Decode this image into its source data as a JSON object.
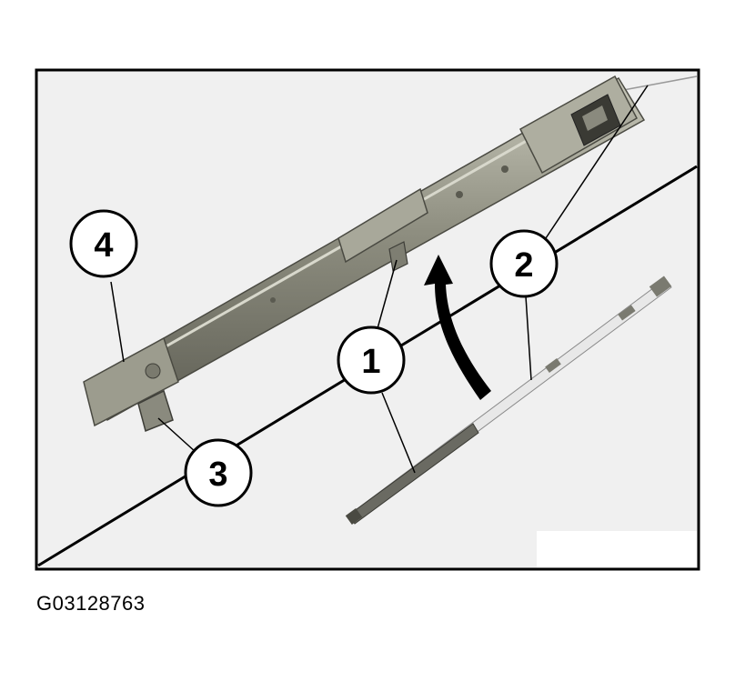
{
  "figure": {
    "id_text": "G03128763",
    "callouts": [
      {
        "label": "4",
        "name": "callout-4"
      },
      {
        "label": "1",
        "name": "callout-1"
      },
      {
        "label": "2",
        "name": "callout-2"
      },
      {
        "label": "3",
        "name": "callout-3"
      }
    ],
    "colors": {
      "panel_background": "#f0f0f0",
      "border": "#000000",
      "bracket_dark": "#6e6e62",
      "bracket_mid": "#9a9a8c",
      "bracket_light": "#c4c4b6",
      "arrow": "#000000"
    }
  }
}
